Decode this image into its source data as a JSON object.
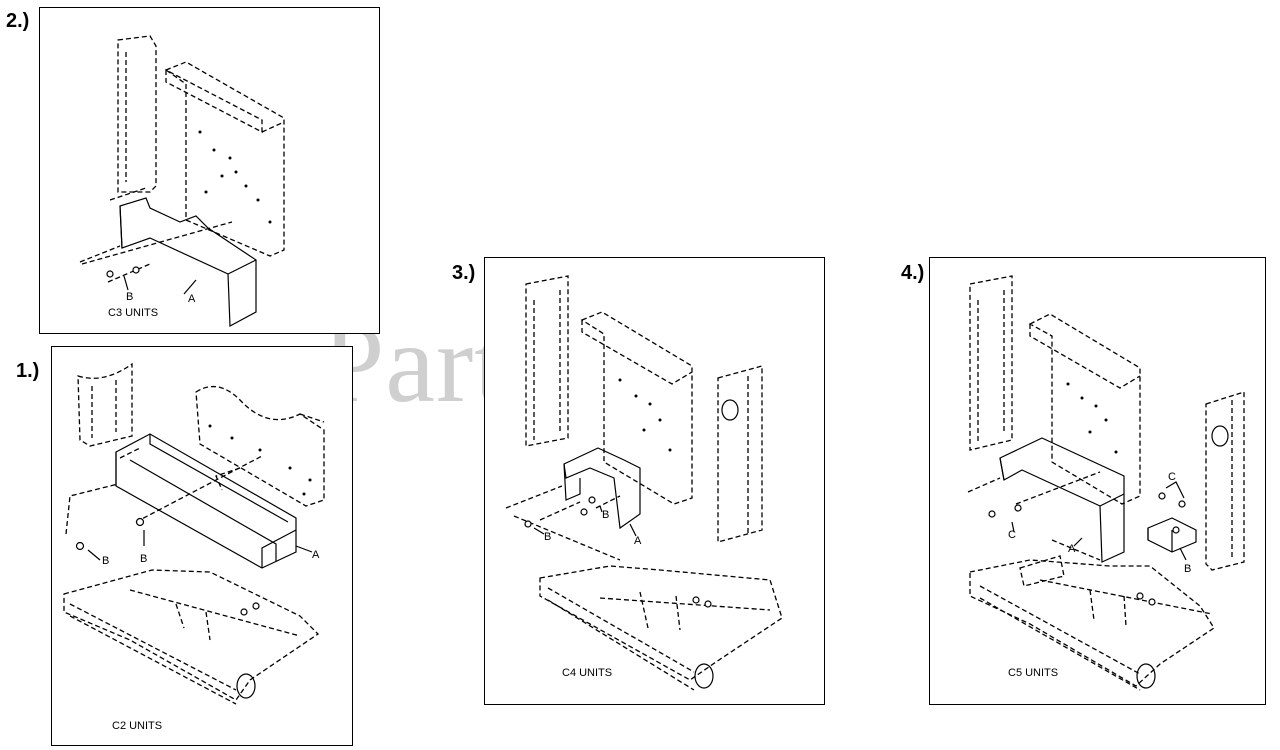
{
  "watermark": {
    "text": "PartsTree",
    "trademark": "™"
  },
  "panels": [
    {
      "step": "1.)",
      "units": "C2 UNITS",
      "labels": {
        "a": "A",
        "b1": "B",
        "b2": "B"
      }
    },
    {
      "step": "2.)",
      "units": "C3 UNITS",
      "labels": {
        "a": "A",
        "b": "B"
      }
    },
    {
      "step": "3.)",
      "units": "C4 UNITS",
      "labels": {
        "a": "A",
        "b1": "B",
        "b2": "B"
      }
    },
    {
      "step": "4.)",
      "units": "C5 UNITS",
      "labels": {
        "a": "A",
        "b": "B",
        "c1": "C",
        "c2": "C"
      }
    }
  ]
}
